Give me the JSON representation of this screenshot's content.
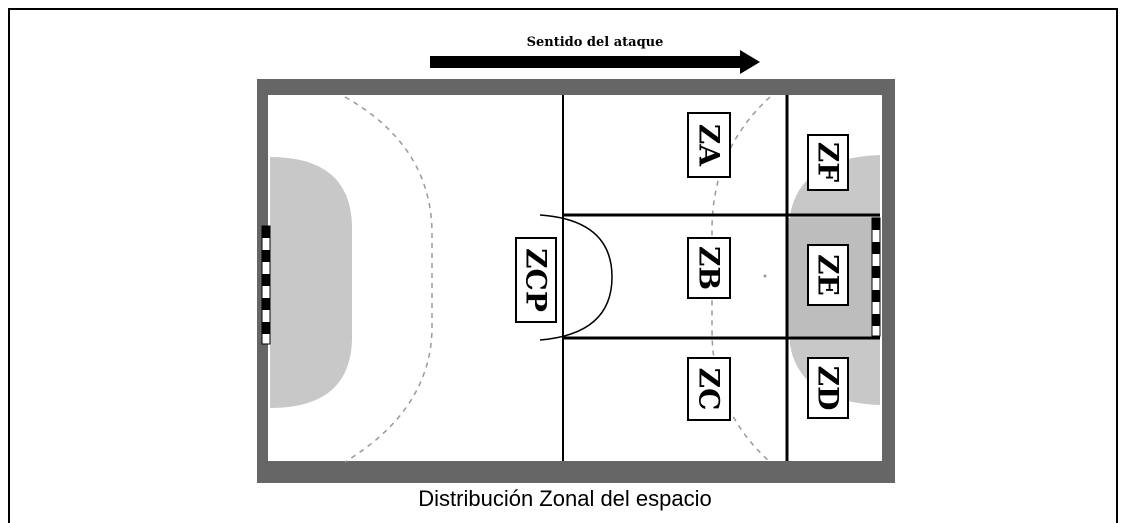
{
  "diagram": {
    "attack_direction_label": "Sentido del ataque",
    "caption": "Distribución Zonal del espacio",
    "zones": {
      "za": "ZA",
      "zb": "ZB",
      "zc": "ZC",
      "zcp": "ZCP",
      "zd": "ZD",
      "ze": "ZE",
      "zf": "ZF"
    },
    "colors": {
      "court_border": "#666666",
      "goal_area": "#cccccc",
      "lines": "#000000"
    }
  }
}
